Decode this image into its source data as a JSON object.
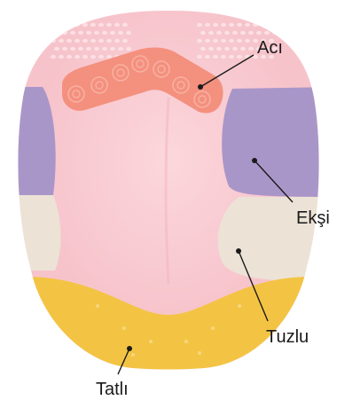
{
  "diagram": {
    "labels": {
      "aci": "Acı",
      "eksi": "Ekşi",
      "tuzlu": "Tuzlu",
      "tatli": "Tatlı"
    },
    "colors": {
      "tongue": "#f7c3cb",
      "tongue_center": "#f9d0d6",
      "aci_region": "#f4907e",
      "aci_papilla": "#f8b0a2",
      "eksi_region": "#a996c9",
      "tuzlu_region": "#ece2d6",
      "tatli_region": "#f3c443",
      "papilla_dots": "#fbe3e7",
      "label_text": "#1a1a1a"
    }
  }
}
